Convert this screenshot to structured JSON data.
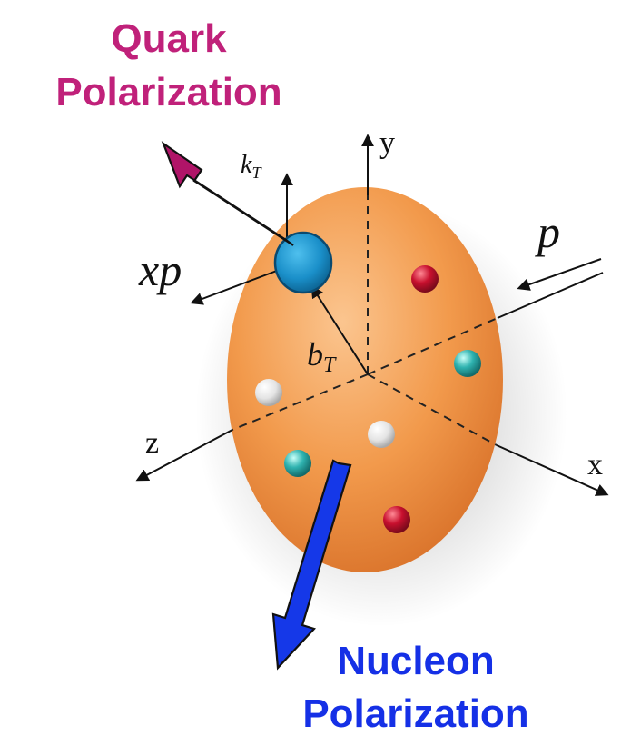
{
  "labels": {
    "quark_title_line1": "Quark",
    "quark_title_line2": "Polarization",
    "nucleon_title_line1": "Nucleon",
    "nucleon_title_line2": "Polarization",
    "axis_y": "y",
    "axis_x": "x",
    "axis_z": "z",
    "momentum_p": "p",
    "xp_x": "x",
    "xp_p": "p",
    "kT_main": "k",
    "kT_sub": "T",
    "bT_main": "b",
    "bT_sub": "T"
  },
  "colors": {
    "quark_title": "#c0217a",
    "nucleon_title": "#1530e6",
    "quark_arrow": "#b01468",
    "nucleon_arrow": "#1538e8",
    "nucleon_body": "#f0954a",
    "quark_blob": "#1a8fc9",
    "red_parton": "#c8102e",
    "cyan_parton": "#2fb3b0",
    "white_parton": "#e8e8e8"
  },
  "icons": {
    "quark": "blue-quark-blob",
    "partons": [
      "red-sphere",
      "cyan-sphere",
      "white-sphere"
    ]
  }
}
